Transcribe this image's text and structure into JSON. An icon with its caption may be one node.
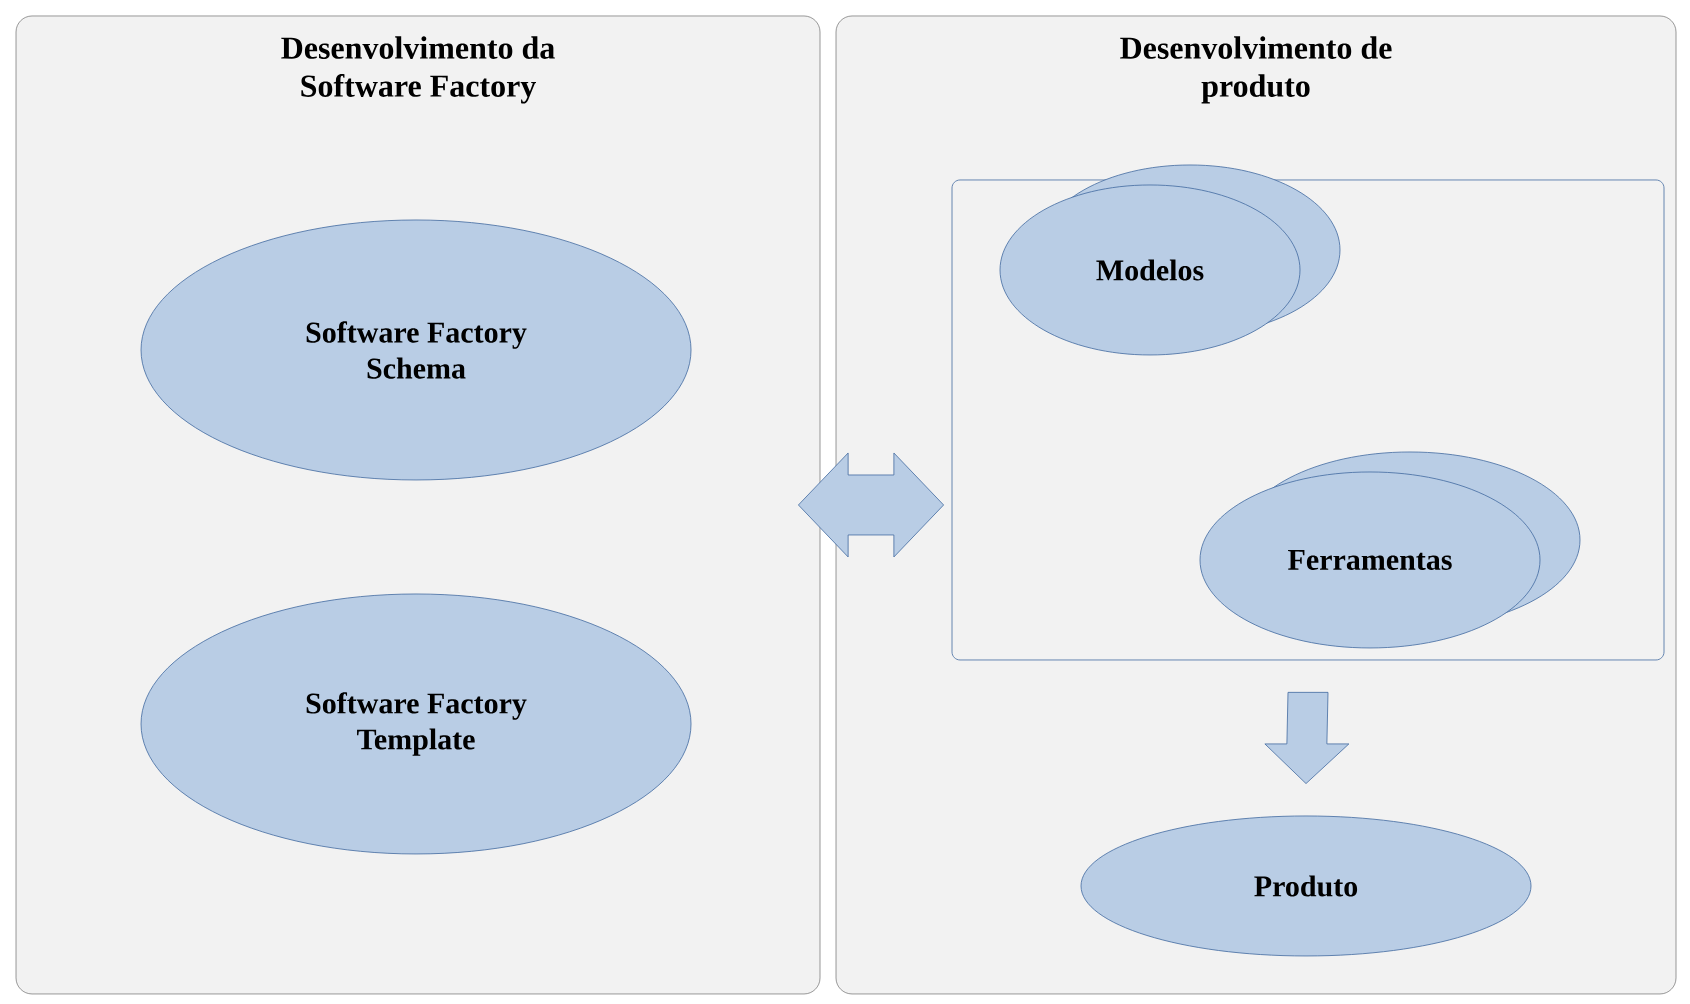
{
  "diagram": {
    "nodes": [
      {
        "text": [
          "Desenvolvimento da Software Factory"
        ]
      },
      {
        "text": [
          "Software Factory Schema"
        ],
        "in": 0
      },
      {
        "text": [
          "Software Factory Template"
        ],
        "in": 0
      },
      {
        "text": [
          "Desenvolvimento de produto"
        ]
      },
      {
        "text": [],
        "shape": "box",
        "in": 3
      },
      {
        "text": [
          "Modelos"
        ],
        "in": 4
      },
      {
        "text": [
          "Ferramentas"
        ],
        "in": 4
      },
      {
        "text": [
          "Produto"
        ],
        "in": 3
      }
    ],
    "edges": [
      {
        "from": 0,
        "to": 3,
        "arrow": "both"
      },
      {
        "from": 4,
        "to": 7,
        "arrow": "to"
      }
    ]
  }
}
